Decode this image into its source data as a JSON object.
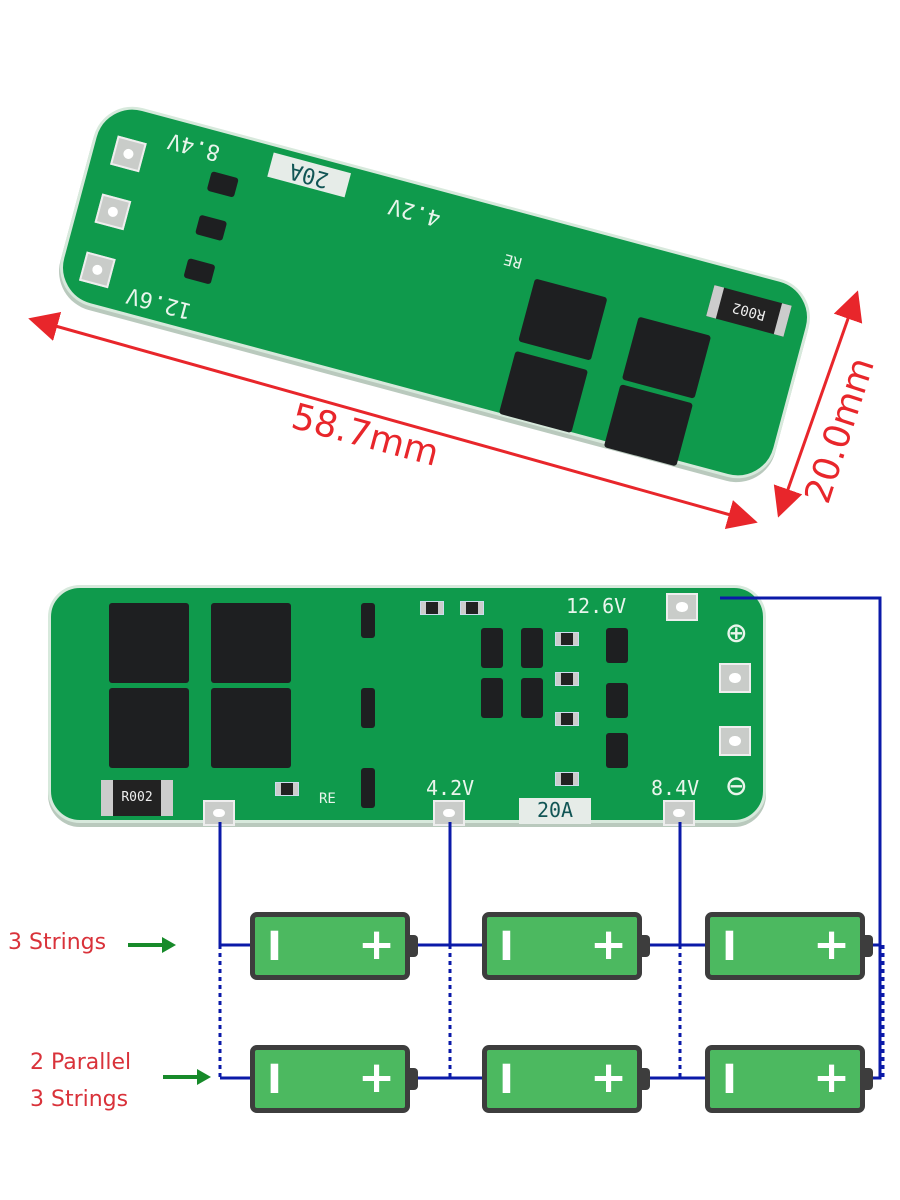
{
  "top_board": {
    "labels": {
      "v84": "8.4V",
      "v42": "4.2V",
      "v126": "12.6V",
      "current": "20A",
      "shunt": "R002",
      "re": "RE"
    }
  },
  "dimensions": {
    "length": "58.7mm",
    "width": "20.0mm"
  },
  "bottom_board": {
    "labels": {
      "v126": "12.6V",
      "v42": "4.2V",
      "v84": "8.4V",
      "current": "20A",
      "shunt": "R002",
      "re": "RE"
    }
  },
  "diagram": {
    "row1_label": "3 Strings",
    "row2_label_line1": "2 Parallel",
    "row2_label_line2": "3 Strings",
    "battery_neg": "I",
    "battery_pos": "+",
    "colors": {
      "wire": "#0b1aa8",
      "battery": "#4cb960",
      "arrow": "#178a2a",
      "label": "#d9323a"
    }
  }
}
